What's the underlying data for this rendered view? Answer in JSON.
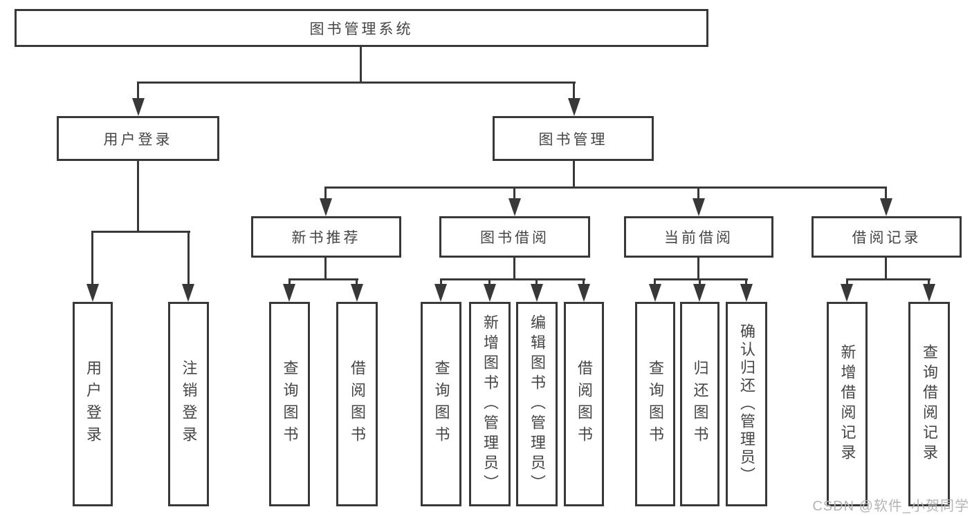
{
  "diagram": {
    "type": "hierarchy-tree",
    "title": "图书管理系统",
    "branches": [
      {
        "label": "用户登录",
        "children": [
          {
            "label": "用户登录"
          },
          {
            "label": "注销登录"
          }
        ]
      },
      {
        "label": "图书管理",
        "children": [
          {
            "label": "新书推荐",
            "children": [
              {
                "label": "查询图书"
              },
              {
                "label": "借阅图书"
              }
            ]
          },
          {
            "label": "图书借阅",
            "children": [
              {
                "label": "查询图书"
              },
              {
                "label": "新增图书（管理员）"
              },
              {
                "label": "编辑图书（管理员）"
              },
              {
                "label": "借阅图书"
              }
            ]
          },
          {
            "label": "当前借阅",
            "children": [
              {
                "label": "查询图书"
              },
              {
                "label": "归还图书"
              },
              {
                "label": "确认归还（管理员）"
              }
            ]
          },
          {
            "label": "借阅记录",
            "children": [
              {
                "label": "新增借阅记录"
              },
              {
                "label": "查询借阅记录"
              }
            ]
          }
        ]
      }
    ]
  },
  "watermark": {
    "text": "CSDN @软件_小贺同学"
  },
  "colors": {
    "line": "#383838",
    "text": "#454545",
    "watermark": "#b4b4b4",
    "background": "#ffffff"
  }
}
